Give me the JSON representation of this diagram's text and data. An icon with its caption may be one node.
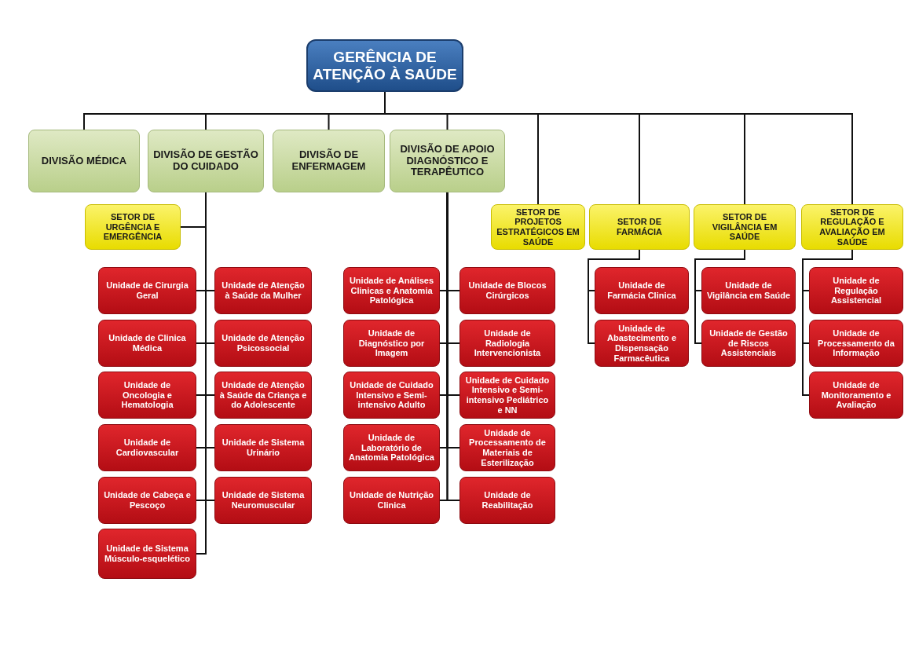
{
  "diagram": {
    "nodes": [
      {
        "text": [
          "GERÊNCIA DE ATENÇÃO À SAÚDE"
        ]
      },
      {
        "text": [
          "DIVISÃO MÉDICA"
        ]
      },
      {
        "text": [
          "DIVISÃO DE GESTÃO DO CUIDADO"
        ]
      },
      {
        "text": [
          "DIVISÃO DE ENFERMAGEM"
        ]
      },
      {
        "text": [
          "DIVISÃO DE APOIO DIAGNÓSTICO E TERAPÊUTICO"
        ]
      },
      {
        "text": [
          "SETOR DE URGÊNCIA E EMERGÊNCIA"
        ]
      },
      {
        "text": [
          "SETOR DE PROJETOS ESTRATÉGICOS EM SAÚDE"
        ]
      },
      {
        "text": [
          "SETOR DE FARMÁCIA"
        ]
      },
      {
        "text": [
          "SETOR DE VIGILÂNCIA EM SAÚDE"
        ]
      },
      {
        "text": [
          "SETOR DE REGULAÇÃO E AVALIAÇÃO EM SAÚDE"
        ]
      },
      {
        "text": [
          "Unidade de Cirurgia Geral"
        ]
      },
      {
        "text": [
          "Unidade de Atenção à Saúde da Mulher"
        ]
      },
      {
        "text": [
          "Unidade de Clinica Médica"
        ]
      },
      {
        "text": [
          "Unidade de Atenção Psicossocial"
        ]
      },
      {
        "text": [
          "Unidade de Oncologia e Hematologia"
        ]
      },
      {
        "text": [
          "Unidade de Atenção à Saúde da Criança e do Adolescente"
        ]
      },
      {
        "text": [
          "Unidade de Cardiovascular"
        ]
      },
      {
        "text": [
          "Unidade de Sistema Urinário"
        ]
      },
      {
        "text": [
          "Unidade de Cabeça e Pescoço"
        ]
      },
      {
        "text": [
          "Unidade de Sistema Neuromuscular"
        ]
      },
      {
        "text": [
          "Unidade de Sistema Músculo-esquelético"
        ]
      },
      {
        "text": [
          "Unidade de Análises Clinicas e Anatomia Patológica"
        ]
      },
      {
        "text": [
          "Unidade de Blocos Cirúrgicos"
        ]
      },
      {
        "text": [
          "Unidade de Diagnóstico por Imagem"
        ]
      },
      {
        "text": [
          "Unidade de Radiologia Intervencionista"
        ]
      },
      {
        "text": [
          "Unidade de Cuidado Intensivo e Semi-intensivo Adulto"
        ]
      },
      {
        "text": [
          "Unidade de Cuidado Intensivo e Semi-intensivo Pediátrico e NN"
        ]
      },
      {
        "text": [
          "Unidade de Laboratório de Anatomia Patológica"
        ]
      },
      {
        "text": [
          "Unidade de Processamento de Materiais de Esterilização"
        ]
      },
      {
        "text": [
          "Unidade de Nutrição Clinica"
        ]
      },
      {
        "text": [
          "Unidade de Reabilitação"
        ]
      },
      {
        "text": [
          "Unidade de Farmácia Clinica"
        ]
      },
      {
        "text": [
          "Unidade de Abastecimento e Dispensação Farmacêutica"
        ]
      },
      {
        "text": [
          "Unidade de Vigilância em Saúde"
        ]
      },
      {
        "text": [
          "Unidade de Gestão de Riscos Assistenciais"
        ]
      },
      {
        "text": [
          "Unidade de Regulação Assistencial"
        ]
      },
      {
        "text": [
          "Unidade de Processamento da Informação"
        ]
      },
      {
        "text": [
          "Unidade de Monitoramento e Avaliação"
        ]
      }
    ],
    "edges": [
      {
        "from": 0,
        "to": 1,
        "arrow": "none"
      },
      {
        "from": 0,
        "to": 2,
        "arrow": "none"
      },
      {
        "from": 0,
        "to": 3,
        "arrow": "none"
      },
      {
        "from": 0,
        "to": 4,
        "arrow": "none"
      },
      {
        "from": 0,
        "to": 6,
        "arrow": "none"
      },
      {
        "from": 0,
        "to": 7,
        "arrow": "none"
      },
      {
        "from": 0,
        "to": 8,
        "arrow": "none"
      },
      {
        "from": 0,
        "to": 9,
        "arrow": "none"
      },
      {
        "from": 2,
        "to": 5,
        "arrow": "none"
      },
      {
        "from": 2,
        "to": 10,
        "arrow": "none"
      },
      {
        "from": 2,
        "to": 11,
        "arrow": "none"
      },
      {
        "from": 2,
        "to": 12,
        "arrow": "none"
      },
      {
        "from": 2,
        "to": 13,
        "arrow": "none"
      },
      {
        "from": 2,
        "to": 14,
        "arrow": "none"
      },
      {
        "from": 2,
        "to": 15,
        "arrow": "none"
      },
      {
        "from": 2,
        "to": 16,
        "arrow": "none"
      },
      {
        "from": 2,
        "to": 17,
        "arrow": "none"
      },
      {
        "from": 2,
        "to": 18,
        "arrow": "none"
      },
      {
        "from": 2,
        "to": 19,
        "arrow": "none"
      },
      {
        "from": 2,
        "to": 20,
        "arrow": "none"
      },
      {
        "from": 4,
        "to": 21,
        "arrow": "none"
      },
      {
        "from": 4,
        "to": 22,
        "arrow": "none"
      },
      {
        "from": 4,
        "to": 23,
        "arrow": "none"
      },
      {
        "from": 4,
        "to": 24,
        "arrow": "none"
      },
      {
        "from": 4,
        "to": 25,
        "arrow": "none"
      },
      {
        "from": 4,
        "to": 26,
        "arrow": "none"
      },
      {
        "from": 4,
        "to": 27,
        "arrow": "none"
      },
      {
        "from": 4,
        "to": 28,
        "arrow": "none"
      },
      {
        "from": 4,
        "to": 29,
        "arrow": "none"
      },
      {
        "from": 4,
        "to": 30,
        "arrow": "none"
      },
      {
        "from": 7,
        "to": 31,
        "arrow": "none"
      },
      {
        "from": 7,
        "to": 32,
        "arrow": "none"
      },
      {
        "from": 8,
        "to": 33,
        "arrow": "none"
      },
      {
        "from": 8,
        "to": 34,
        "arrow": "none"
      },
      {
        "from": 9,
        "to": 35,
        "arrow": "none"
      },
      {
        "from": 9,
        "to": 36,
        "arrow": "none"
      },
      {
        "from": 9,
        "to": 37,
        "arrow": "none"
      }
    ]
  }
}
